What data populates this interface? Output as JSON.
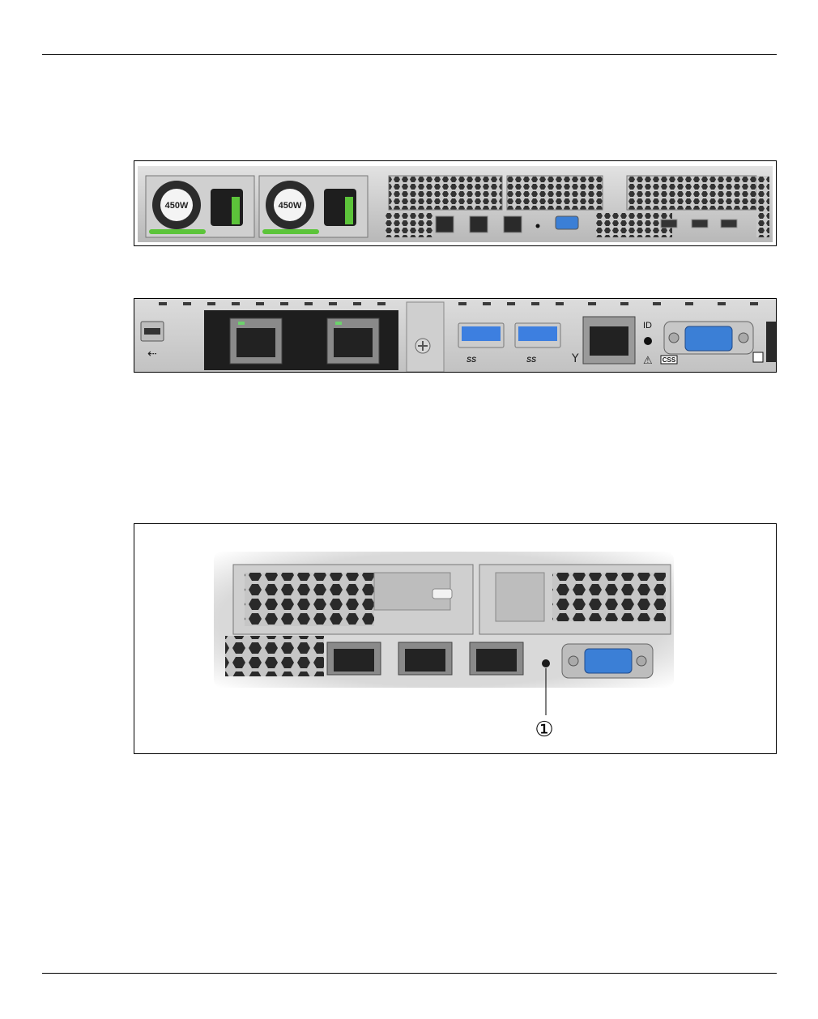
{
  "page": {
    "background": "#ffffff"
  },
  "figure1": {
    "psu_labels": [
      "450W",
      "450W"
    ],
    "accent_color": "#5cc43a",
    "vga_color": "#3b7fd6"
  },
  "figure2": {
    "usb3_labels": [
      "SS",
      "SS"
    ],
    "id_label": "ID",
    "css_label": "CSS",
    "usb3_color": "#3d7fe0",
    "vga_color": "#3b7fd6"
  },
  "figure3": {
    "callout_label": "①"
  }
}
